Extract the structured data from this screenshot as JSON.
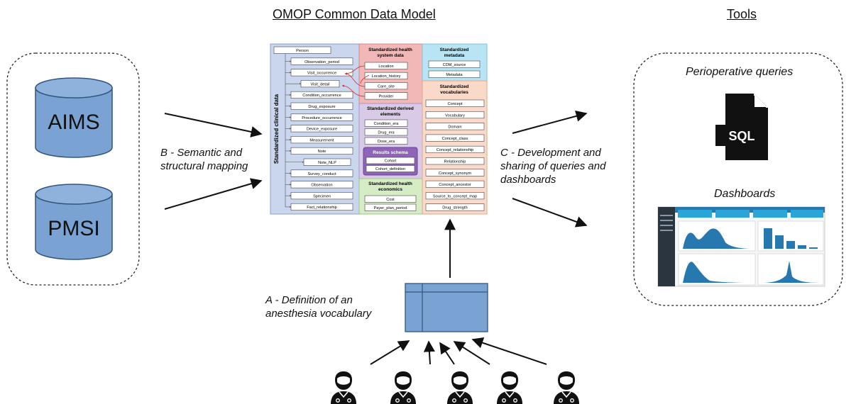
{
  "titles": {
    "cdm": "OMOP Common Data Model",
    "tools": "Tools"
  },
  "sources": {
    "aims": "AIMS",
    "pmsi": "PMSI"
  },
  "labels": {
    "b": [
      "B - Semantic and",
      "structural mapping"
    ],
    "c": [
      "C - Development and",
      "sharing of queries and",
      "dashboards"
    ],
    "a": [
      "A - Definition of an",
      "anesthesia vocabulary"
    ]
  },
  "tools": {
    "queries": "Perioperative queries",
    "sql": "SQL",
    "dashboards": "Dashboards",
    "dash_cards": [
      "",
      "",
      "",
      ""
    ]
  },
  "cdm": {
    "clinical_title": "Standardized clinical data",
    "clinical_items": [
      "Person",
      "Observation_period",
      "Visit_occurrence",
      "Visit_detail",
      "Condition_occurrence",
      "Drug_exposure",
      "Procedure_occurrence",
      "Device_exposure",
      "Measurement",
      "Note",
      "Note_NLP",
      "Survey_conduct",
      "Observation",
      "Specimen",
      "Fact_relationship"
    ],
    "health_system_title": [
      "Standardized health",
      "system data"
    ],
    "health_system_items": [
      "Location",
      "Location_history",
      "Care_site",
      "Provider"
    ],
    "derived_title": [
      "Standardized derived",
      "elements"
    ],
    "derived_items": [
      "Condition_era",
      "Drug_era",
      "Dose_era"
    ],
    "results_title": "Results schema",
    "results_items": [
      "Cohort",
      "Cohort_definition"
    ],
    "economics_title": [
      "Standardized health",
      "economics"
    ],
    "economics_items": [
      "Cost",
      "Payer_plan_period"
    ],
    "metadata_title": [
      "Standardized",
      "metadata"
    ],
    "metadata_items": [
      "CDM_source",
      "Metadata"
    ],
    "vocab_title": [
      "Standardized",
      "vocabularies"
    ],
    "vocab_items": [
      "Concept",
      "Vocabulary",
      "Domain",
      "Concept_class",
      "Concept_relationship",
      "Relationship",
      "Concept_synonym",
      "Concept_ancestor",
      "Source_to_concept_map",
      "Drug_strength"
    ]
  },
  "colors": {
    "clinical": "#c9d6ee",
    "health_system": "#f2b8b8",
    "derived": "#d9cbe8",
    "results": "#8e63b8",
    "economics": "#d5ecc5",
    "metadata": "#b9e4f4",
    "vocab": "#fad9c8",
    "db": "#7aa3d3",
    "dash_dark": "#2a3540",
    "dash_blue": "#2878b0"
  }
}
